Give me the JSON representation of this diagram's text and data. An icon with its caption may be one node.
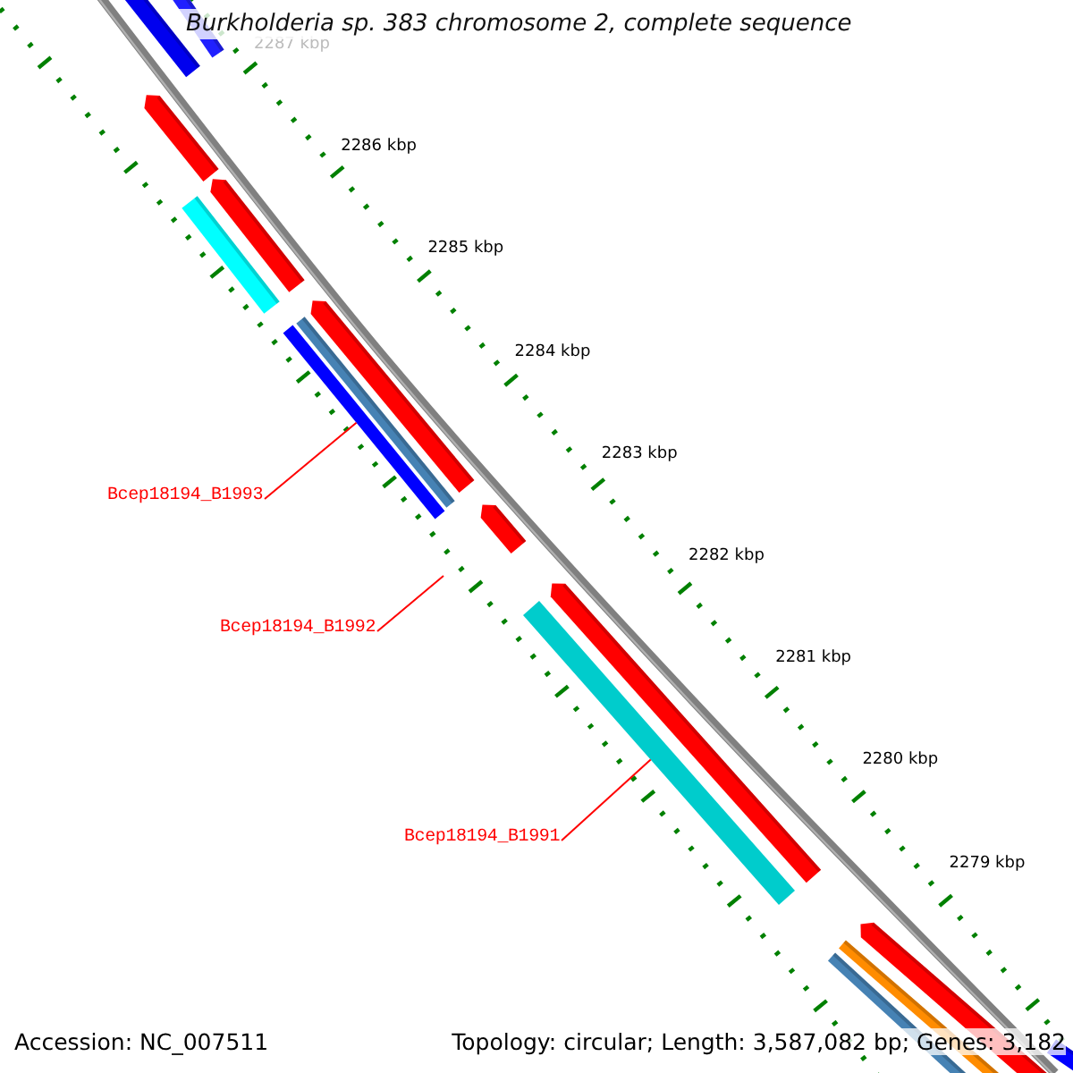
{
  "diagram": {
    "title": "Burkholderia sp. 383 chromosome 2, complete sequence",
    "nodes": [
      {
        "text": [
          "Bcep18194_B1993"
        ]
      },
      {
        "text": [
          "Bcep18194_B1992"
        ]
      },
      {
        "text": [
          "Bcep18194_B1991"
        ]
      },
      {
        "text": [],
        "shape": "bar"
      },
      {
        "text": [],
        "shape": "bar"
      }
    ],
    "edges": [
      {
        "from": 0,
        "to": 3,
        "arrow": "none",
        "color": "#ff0000"
      },
      {
        "from": 1,
        "to": null,
        "arrow": "none",
        "color": "#ff0000"
      },
      {
        "from": 2,
        "to": 4,
        "arrow": "none",
        "color": "#ff0000"
      }
    ],
    "labels": [
      "2287 kbp",
      "2286 kbp",
      "2285 kbp",
      "2284 kbp",
      "2283 kbp",
      "2282 kbp",
      "2281 kbp",
      "2280 kbp",
      "2279 kbp",
      "Accession: NC_007511",
      "Topology: circular; Length: 3,587,082 bp; Genes: 3,182"
    ]
  }
}
